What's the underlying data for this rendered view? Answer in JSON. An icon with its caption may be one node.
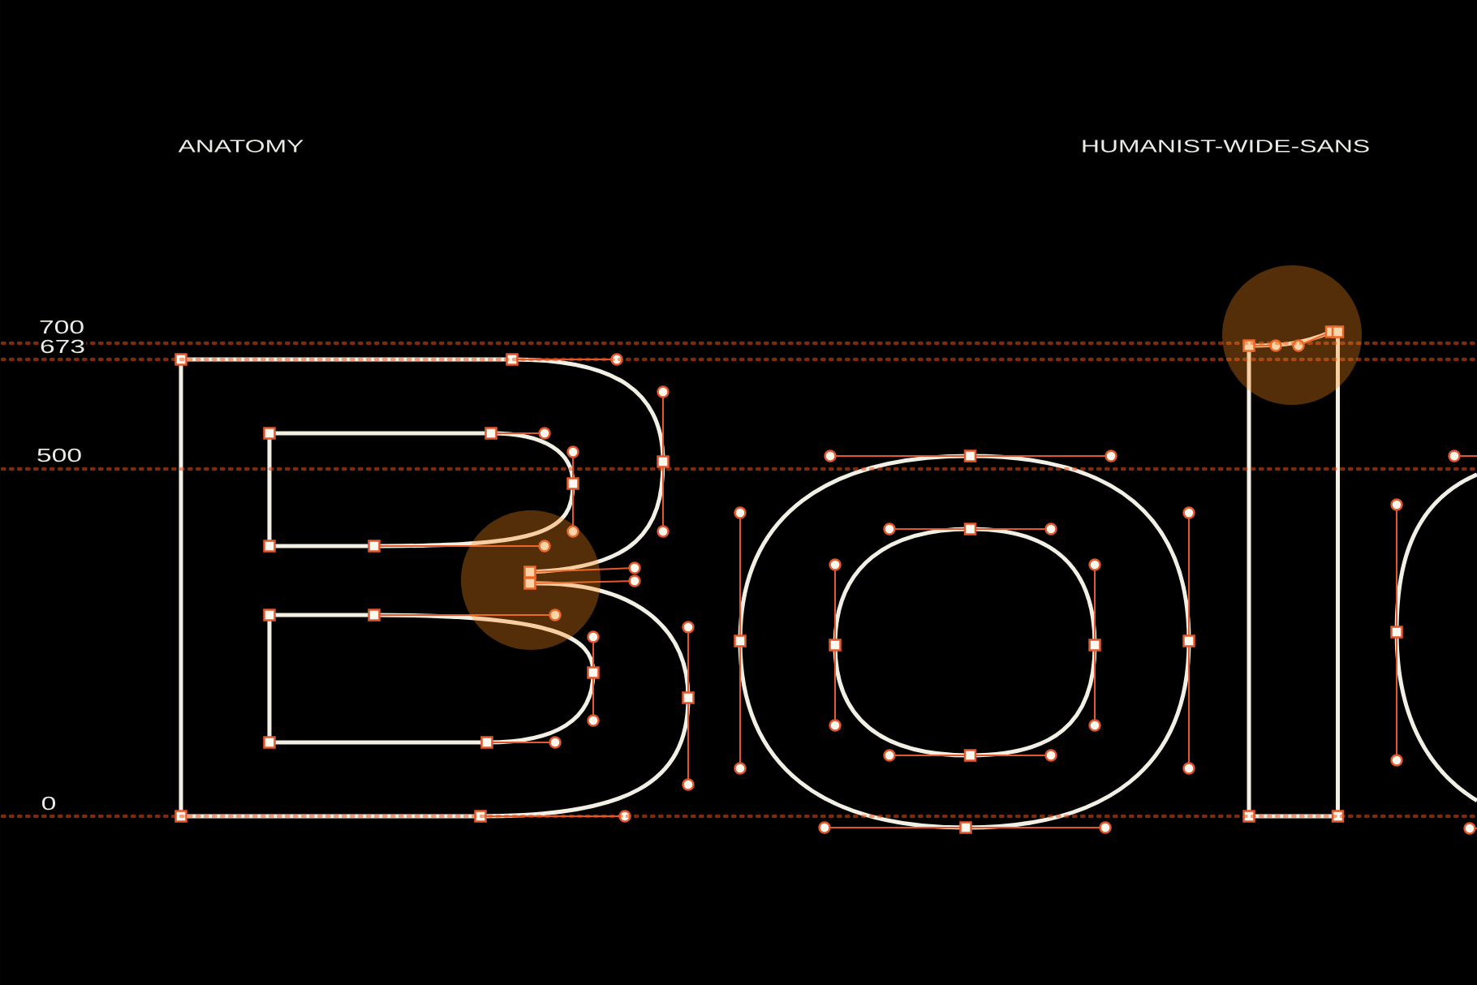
{
  "diagram": {
    "labels": [
      "ANATOMY",
      "HUMANIST-WIDE-SANS",
      "700",
      "673",
      "500",
      "0"
    ]
  }
}
